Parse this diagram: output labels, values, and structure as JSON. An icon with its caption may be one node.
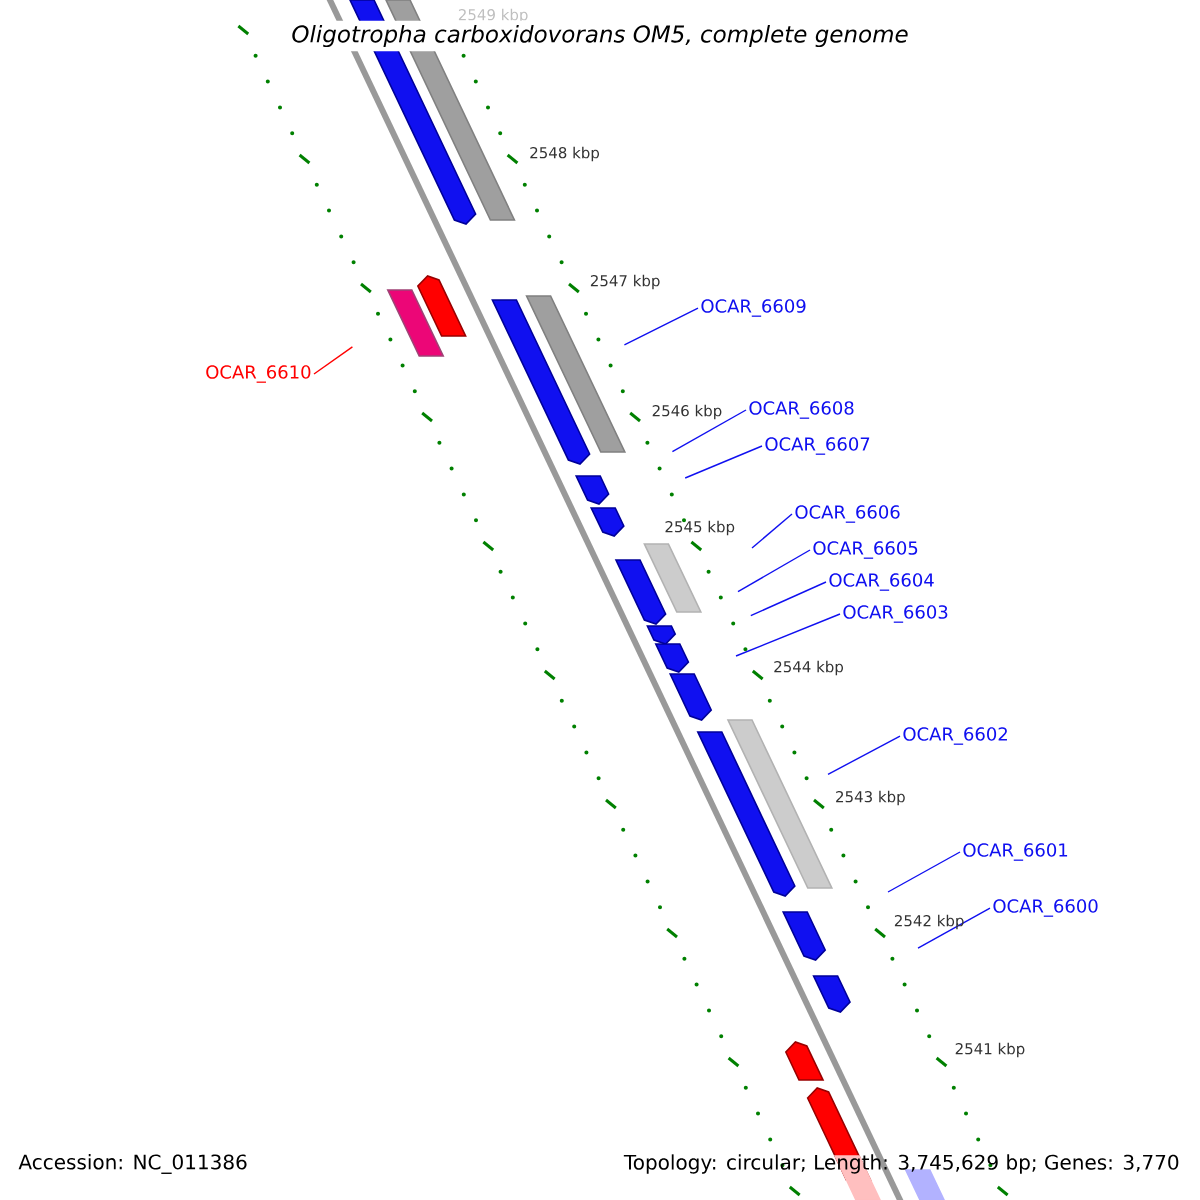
{
  "diagram": {
    "title": "Oligotropha carboxidovorans OM5, complete genome",
    "nodes": [
      {
        "text": [
          "OCAR_6609"
        ]
      },
      {
        "text": [
          "OCAR_6610"
        ]
      },
      {
        "text": [
          "OCAR_6608"
        ]
      },
      {
        "text": [
          "OCAR_6607"
        ]
      },
      {
        "text": [
          "OCAR_6606"
        ]
      },
      {
        "text": [
          "OCAR_6605"
        ]
      },
      {
        "text": [
          "OCAR_6604"
        ]
      },
      {
        "text": [
          "OCAR_6603"
        ]
      },
      {
        "text": [
          "OCAR_6602"
        ]
      },
      {
        "text": [
          "OCAR_6601"
        ]
      },
      {
        "text": [
          "OCAR_6600"
        ]
      }
    ],
    "edges": [
      {
        "from": 0,
        "to": null,
        "arrow": "none"
      },
      {
        "from": 1,
        "to": null,
        "arrow": "none",
        "color": "#ff0000"
      },
      {
        "from": 2,
        "to": null,
        "arrow": "none"
      },
      {
        "from": 3,
        "to": null,
        "arrow": "none"
      },
      {
        "from": 4,
        "to": null,
        "arrow": "none"
      },
      {
        "from": 5,
        "to": null,
        "arrow": "none"
      },
      {
        "from": 6,
        "to": null,
        "arrow": "none"
      },
      {
        "from": 7,
        "to": null,
        "arrow": "none"
      },
      {
        "from": 8,
        "to": null,
        "arrow": "none"
      },
      {
        "from": 9,
        "to": null,
        "arrow": "none"
      },
      {
        "from": 10,
        "to": null,
        "arrow": "none"
      }
    ],
    "labels": [
      "2549 kbp",
      "2548 kbp",
      "2547 kbp",
      "2546 kbp",
      "2545 kbp",
      "2544 kbp",
      "2543 kbp",
      "2542 kbp",
      "2541 kbp",
      "Accession: NC_011386",
      "Topology: circular; Length: 3,745,629 bp; Genes: 3,770"
    ]
  }
}
